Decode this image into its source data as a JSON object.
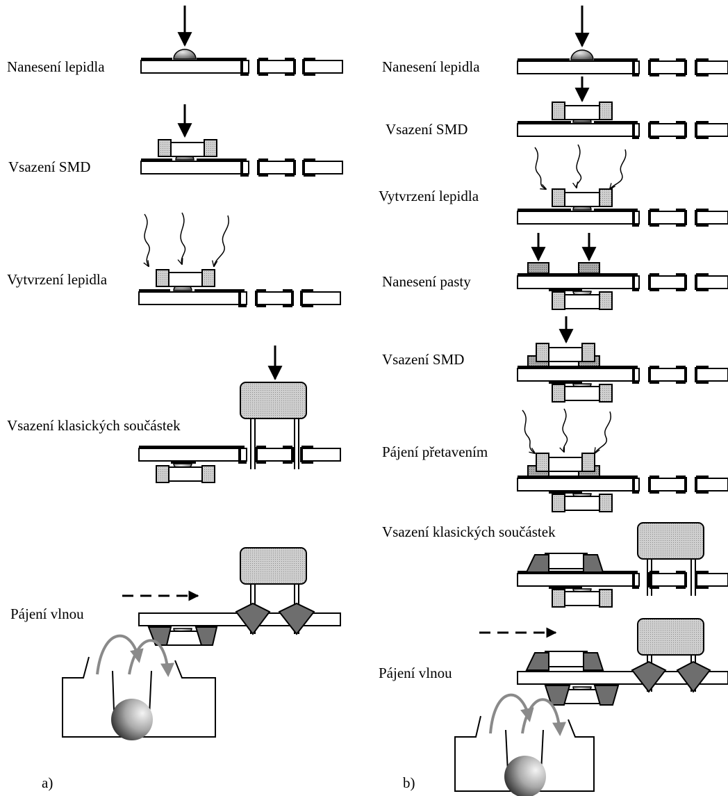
{
  "panel_a": {
    "tag": "a)",
    "steps": [
      "Nanesení lepidla",
      "Vsazení SMD",
      "Vytvrzení lepidla",
      "Vsazení klasických součástek",
      "Pájení vlnou"
    ]
  },
  "panel_b": {
    "tag": "b)",
    "steps": [
      "Nanesení lepidla",
      "Vsazení SMD",
      "Vytvrzení lepidla",
      "Nanesení pasty",
      "Vsazení SMD",
      "Pájení přetavením",
      "Vsazení klasických součástek",
      "Pájení vlnou"
    ]
  },
  "colors": {
    "ink": "#000000",
    "component_fill": "#c8c8c8",
    "pad_fill": "#8c8c8c",
    "solder_fill": "#6e6e6e",
    "wave_stroke": "#8a8a8a"
  }
}
